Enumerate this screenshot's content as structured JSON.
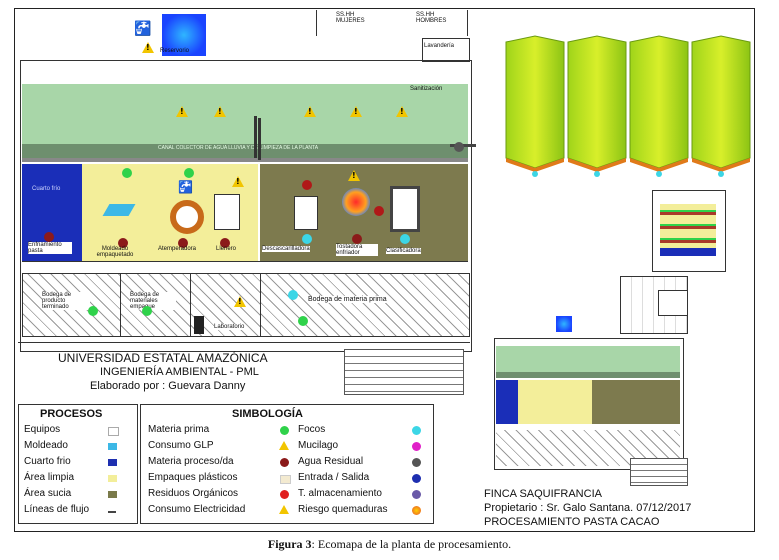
{
  "plant_labels": {
    "reservorio": "Reservorio",
    "mujeres": "SS.HH MUJERES",
    "hombres": "SS.HH HOMBRES",
    "lavanderia": "Lavandería",
    "sanitizacion": "Sanitización",
    "canal": "CANAL COLECTOR DE AGUA LLUVIA Y DE LIMPIEZA DE LA PLANTA",
    "cuarto_frio": "Cuarto frío",
    "enfriamiento": "Enfriamiento pasta",
    "moldeado": "Moldeado empaquetado",
    "atemperadora": "Atemperadora",
    "llenero": "Llenero",
    "descascarilladora": "Descascarilladora",
    "tostadora": "Tostadora enfriador",
    "clasificadora": "Clasificadora",
    "bodega_terminado": "Bodega de producto terminado",
    "bodega_materiales": "Bodega de materiales empaque",
    "laboratorio": "Laboratorio",
    "bodega_materia_prima": "Bodega de materia prima"
  },
  "title_block": {
    "line1": "UNIVERSIDAD ESTATAL AMAZÓNICA",
    "line2": "INGENIERÍA AMBIENTAL - PML",
    "line3": "Elaborado por : Guevara Danny"
  },
  "procesos": {
    "title": "PROCESOS",
    "items": [
      {
        "label": "Equipos",
        "color": "#ffffff"
      },
      {
        "label": "Moldeado",
        "color": "#3cb8e6"
      },
      {
        "label": "Cuarto frio",
        "color": "#1e2fb0"
      },
      {
        "label": "Área limpia",
        "color": "#f3ee9a"
      },
      {
        "label": "Área sucia",
        "color": "#7a7a4a"
      },
      {
        "label": "Líneas de flujo",
        "color": "#444444"
      }
    ]
  },
  "simbologia": {
    "title": "SIMBOLOGÍA",
    "items": [
      {
        "label": "Materia prima",
        "symbol": "green-dot-icon",
        "color": "#2fd24a"
      },
      {
        "label": "Consumo GLP",
        "symbol": "warning-triangle-icon",
        "color": "#f2c500"
      },
      {
        "label": "Materia proceso/da",
        "symbol": "dark-red-dot-icon",
        "color": "#8b1a1a"
      },
      {
        "label": "Empaques plásticos",
        "symbol": "square-icon",
        "color": "#f3ead0"
      },
      {
        "label": "Residuos Orgánicos",
        "symbol": "red-dot-icon",
        "color": "#e02020"
      },
      {
        "label": "Consumo Electricidad",
        "symbol": "hazard-triangle-icon",
        "color": "#f2c500"
      },
      {
        "label": "Focos",
        "symbol": "cyan-dot-icon",
        "color": "#3cd6e6"
      },
      {
        "label": "Mucilago",
        "symbol": "magenta-dot-icon",
        "color": "#e020c8"
      },
      {
        "label": "Agua Residual",
        "symbol": "gray-dot-icon",
        "color": "#555555"
      },
      {
        "label": "Entrada / Salida",
        "symbol": "blue-dot-icon",
        "color": "#1e2fb0"
      },
      {
        "label": "T. almacenamiento",
        "symbol": "purple-dot-icon",
        "color": "#6a5aa8"
      },
      {
        "label": "Riesgo quemaduras",
        "symbol": "burn-risk-icon",
        "color": "#f07a20"
      }
    ]
  },
  "finca": {
    "line1": "FINCA SAQUIFRANCIA",
    "line2": "Propietario : Sr. Galo Santana. 07/12/2017",
    "line3": "PROCESAMIENTO PASTA CACAO"
  },
  "caption": {
    "bold": "Figura",
    "number": "3",
    "text": ": Ecomapa de la planta de procesamiento."
  }
}
